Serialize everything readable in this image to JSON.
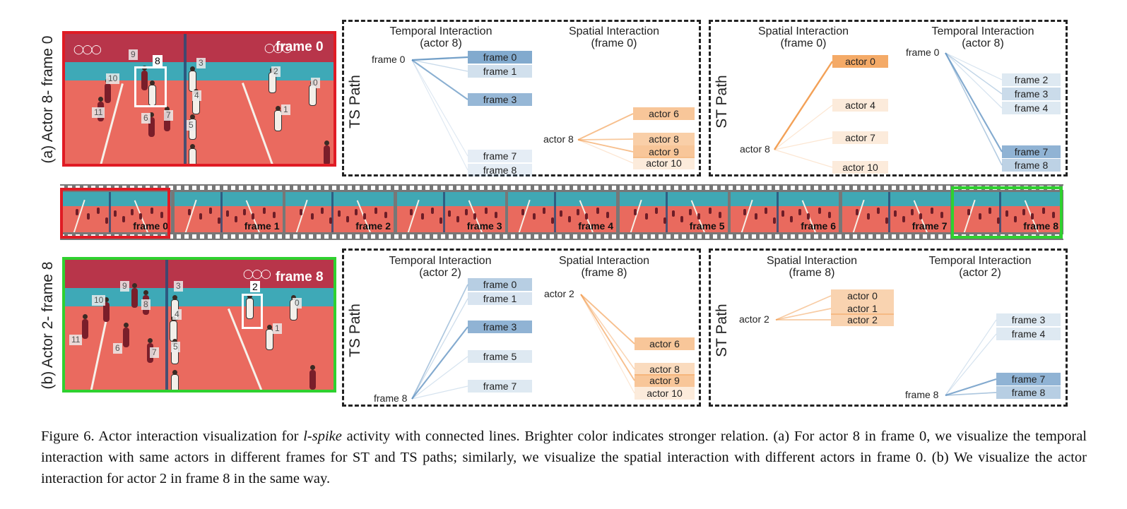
{
  "rows": {
    "a_label": "(a) Actor 8- frame 0",
    "b_label": "(b) Actor 2- frame 8"
  },
  "court_a": {
    "frame_tag": "frame 0",
    "box_label": "8",
    "numbers": [
      "9",
      "3",
      "2",
      "10",
      "0",
      "4",
      "11",
      "6",
      "7",
      "1",
      "5"
    ]
  },
  "court_b": {
    "frame_tag": "frame 8",
    "box_label": "2",
    "numbers": [
      "9",
      "3",
      "10",
      "8",
      "0",
      "4",
      "1",
      "11",
      "6",
      "7",
      "5"
    ]
  },
  "filmstrip": [
    "frame 0",
    "frame 1",
    "frame 2",
    "frame 3",
    "frame 4",
    "frame 5",
    "frame 6",
    "frame 7",
    "frame 8"
  ],
  "panel_a_ts": {
    "path_label": "TS Path",
    "left_title": [
      "Temporal Interaction",
      "(actor 8)"
    ],
    "right_title": [
      "Spatial Interaction",
      "(frame 0)"
    ],
    "temporal_source": "frame 0",
    "temporal_targets": [
      {
        "label": "frame 0",
        "strength": 0.85
      },
      {
        "label": "frame 1",
        "strength": 0.25
      },
      {
        "label": "frame 3",
        "strength": 0.7
      },
      {
        "label": "frame 7",
        "strength": 0.1
      },
      {
        "label": "frame 8",
        "strength": 0.1
      }
    ],
    "spatial_source": "actor 8",
    "spatial_targets": [
      {
        "label": "actor 6",
        "strength": 0.6
      },
      {
        "label": "actor 8",
        "strength": 0.5
      },
      {
        "label": "actor 9",
        "strength": 0.6
      },
      {
        "label": "actor 10",
        "strength": 0.15
      }
    ]
  },
  "panel_a_st": {
    "path_label": "ST Path",
    "left_title": [
      "Spatial Interaction",
      "(frame 0)"
    ],
    "right_title": [
      "Temporal Interaction",
      "(actor 8)"
    ],
    "spatial_source": "actor 8",
    "spatial_targets": [
      {
        "label": "actor 0",
        "strength": 0.95
      },
      {
        "label": "actor 4",
        "strength": 0.15
      },
      {
        "label": "actor 7",
        "strength": 0.15
      },
      {
        "label": "actor 10",
        "strength": 0.15
      }
    ],
    "temporal_source": "frame 0",
    "temporal_targets": [
      {
        "label": "frame 2",
        "strength": 0.15
      },
      {
        "label": "frame 3",
        "strength": 0.3
      },
      {
        "label": "frame 4",
        "strength": 0.15
      },
      {
        "label": "frame 7",
        "strength": 0.75
      },
      {
        "label": "frame 8",
        "strength": 0.4
      }
    ]
  },
  "panel_b_ts": {
    "path_label": "TS Path",
    "left_title": [
      "Temporal Interaction",
      "(actor 2)"
    ],
    "right_title": [
      "Spatial Interaction",
      "(frame 8)"
    ],
    "temporal_source": "frame 8",
    "temporal_targets": [
      {
        "label": "frame 0",
        "strength": 0.45
      },
      {
        "label": "frame 1",
        "strength": 0.2
      },
      {
        "label": "frame 3",
        "strength": 0.75
      },
      {
        "label": "frame 5",
        "strength": 0.15
      },
      {
        "label": "frame 7",
        "strength": 0.15
      }
    ],
    "spatial_source": "actor 2",
    "spatial_targets": [
      {
        "label": "actor 6",
        "strength": 0.6
      },
      {
        "label": "actor 8",
        "strength": 0.35
      },
      {
        "label": "actor 9",
        "strength": 0.6
      },
      {
        "label": "actor 10",
        "strength": 0.15
      }
    ]
  },
  "panel_b_st": {
    "path_label": "ST Path",
    "left_title": [
      "Spatial Interaction",
      "(frame 8)"
    ],
    "right_title": [
      "Temporal Interaction",
      "(actor 2)"
    ],
    "spatial_source": "actor 2",
    "spatial_targets": [
      {
        "label": "actor 0",
        "strength": 0.45
      },
      {
        "label": "actor 1",
        "strength": 0.45
      },
      {
        "label": "actor 2",
        "strength": 0.45
      }
    ],
    "temporal_source": "frame 8",
    "temporal_targets": [
      {
        "label": "frame 3",
        "strength": 0.15
      },
      {
        "label": "frame 4",
        "strength": 0.15
      },
      {
        "label": "frame 7",
        "strength": 0.75
      },
      {
        "label": "frame 8",
        "strength": 0.45
      }
    ]
  },
  "caption": {
    "prefix": "Figure 6. Actor interaction visualization for ",
    "italic": "l-spike",
    "suffix": " activity with connected lines. Brighter color indicates stronger relation. (a) For actor 8 in frame 0, we visualize the temporal interaction with same actors in different frames for ST and TS paths; similarly, we visualize the spatial interaction with different actors in frame 0. (b) We visualize the actor interaction for actor 2 in frame 8 in the same way."
  },
  "colors": {
    "blue": "#5b8fbf",
    "orange": "#f29a4a",
    "red": "#e01b24",
    "green": "#2fd12f"
  }
}
